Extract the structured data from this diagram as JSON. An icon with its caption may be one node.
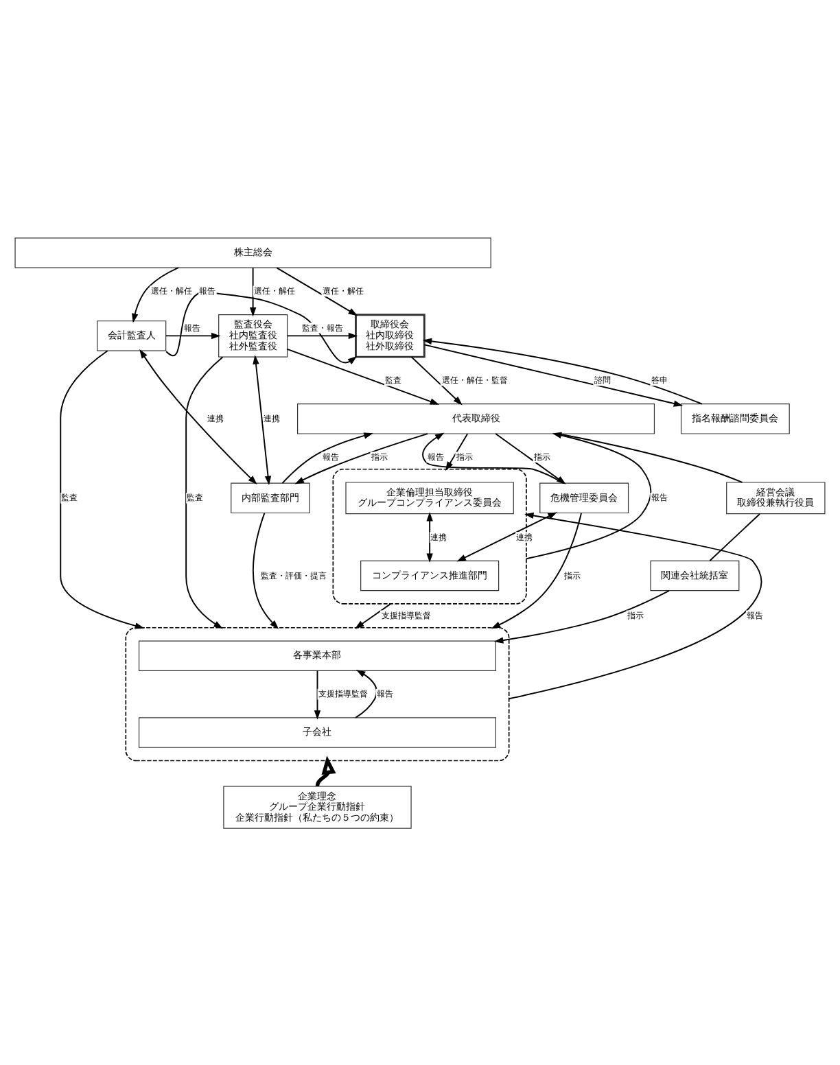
{
  "diagram": {
    "nodes": [
      {
        "text": [
          "株主総会"
        ]
      },
      {
        "text": [
          "会計監査人"
        ]
      },
      {
        "text": [
          "監査役会",
          "社内監査役",
          "社外監査役"
        ]
      },
      {
        "text": [
          "取締役会",
          "社内取締役",
          "社外取締役"
        ]
      },
      {
        "text": [
          "指名報酬諮問委員会"
        ]
      },
      {
        "text": [
          "代表取締役"
        ]
      },
      {
        "text": [
          "内部監査部門"
        ]
      },
      {
        "text": [
          "危機管理委員会"
        ]
      },
      {
        "text": [],
        "shape": "box"
      },
      {
        "text": [
          "企業倫理担当取締役",
          "グループコンプライアンス委員会"
        ],
        "in": 8
      },
      {
        "text": [
          "コンプライアンス推進部門"
        ],
        "in": 8
      },
      {
        "text": [
          "経営会議",
          "取締役兼執行役員"
        ]
      },
      {
        "text": [
          "関連会社統括室"
        ]
      },
      {
        "text": [],
        "shape": "box"
      },
      {
        "text": [
          "各事業本部"
        ],
        "in": 13
      },
      {
        "text": [
          "子会社"
        ],
        "in": 13
      },
      {
        "text": [
          "企業理念",
          "グループ企業行動指針",
          "企業行動指針（私たちの５つの約束）"
        ]
      }
    ],
    "edges": [
      {
        "from": 0,
        "to": 1,
        "arrow": "to",
        "label": "選任・解任"
      },
      {
        "from": 0,
        "to": 2,
        "arrow": "to",
        "label": "選任・解任"
      },
      {
        "from": 0,
        "to": 3,
        "arrow": "to",
        "label": "選任・解任"
      },
      {
        "from": 1,
        "to": 2,
        "arrow": "to",
        "label": "報告"
      },
      {
        "from": 2,
        "to": 3,
        "arrow": "to",
        "label": "監査・報告"
      },
      {
        "from": 1,
        "to": 3,
        "arrow": "to",
        "label": "報告"
      },
      {
        "from": 3,
        "to": 4,
        "arrow": "to",
        "label": "諮問"
      },
      {
        "from": 4,
        "to": 3,
        "arrow": "to",
        "label": "答申"
      },
      {
        "from": 3,
        "to": 5,
        "arrow": "to",
        "label": "選任・解任・監督"
      },
      {
        "from": 2,
        "to": 5,
        "arrow": "to",
        "label": "監査"
      },
      {
        "from": 2,
        "to": 6,
        "arrow": "both",
        "label": "連携"
      },
      {
        "from": 2,
        "to": 13,
        "arrow": "to",
        "label": "監査"
      },
      {
        "from": 1,
        "to": 13,
        "arrow": "to",
        "label": "監査"
      },
      {
        "from": 1,
        "to": 6,
        "arrow": "both",
        "label": "連携"
      },
      {
        "from": 5,
        "to": 6,
        "arrow": "to",
        "label": "指示"
      },
      {
        "from": 6,
        "to": 5,
        "arrow": "to",
        "label": "報告"
      },
      {
        "from": 5,
        "to": 7,
        "arrow": "to",
        "label": "指示"
      },
      {
        "from": 7,
        "to": 5,
        "arrow": "to",
        "label": "報告"
      },
      {
        "from": 5,
        "to": 8,
        "arrow": "to",
        "label": "指示"
      },
      {
        "from": 8,
        "to": 5,
        "arrow": "to",
        "label": "報告"
      },
      {
        "from": 5,
        "to": 11,
        "arrow": "none"
      },
      {
        "from": 11,
        "to": 12,
        "arrow": "none"
      },
      {
        "from": 12,
        "to": 14,
        "arrow": "to",
        "label": "指示"
      },
      {
        "from": 6,
        "to": 13,
        "arrow": "to",
        "label": "監査・評価・提言"
      },
      {
        "from": 7,
        "to": 13,
        "arrow": "to",
        "label": "指示"
      },
      {
        "from": 7,
        "to": 10,
        "arrow": "both",
        "label": "連携"
      },
      {
        "from": 9,
        "to": 10,
        "arrow": "both",
        "label": "連携"
      },
      {
        "from": 8,
        "to": 13,
        "arrow": "to",
        "label": "支援指導監督"
      },
      {
        "from": 13,
        "to": 8,
        "arrow": "to",
        "label": "報告"
      },
      {
        "from": 14,
        "to": 15,
        "arrow": "to",
        "label": "支援指導監督"
      },
      {
        "from": 15,
        "to": 14,
        "arrow": "to",
        "label": "報告"
      },
      {
        "from": 16,
        "to": 13,
        "arrow": "to",
        "style": "thick"
      }
    ]
  }
}
